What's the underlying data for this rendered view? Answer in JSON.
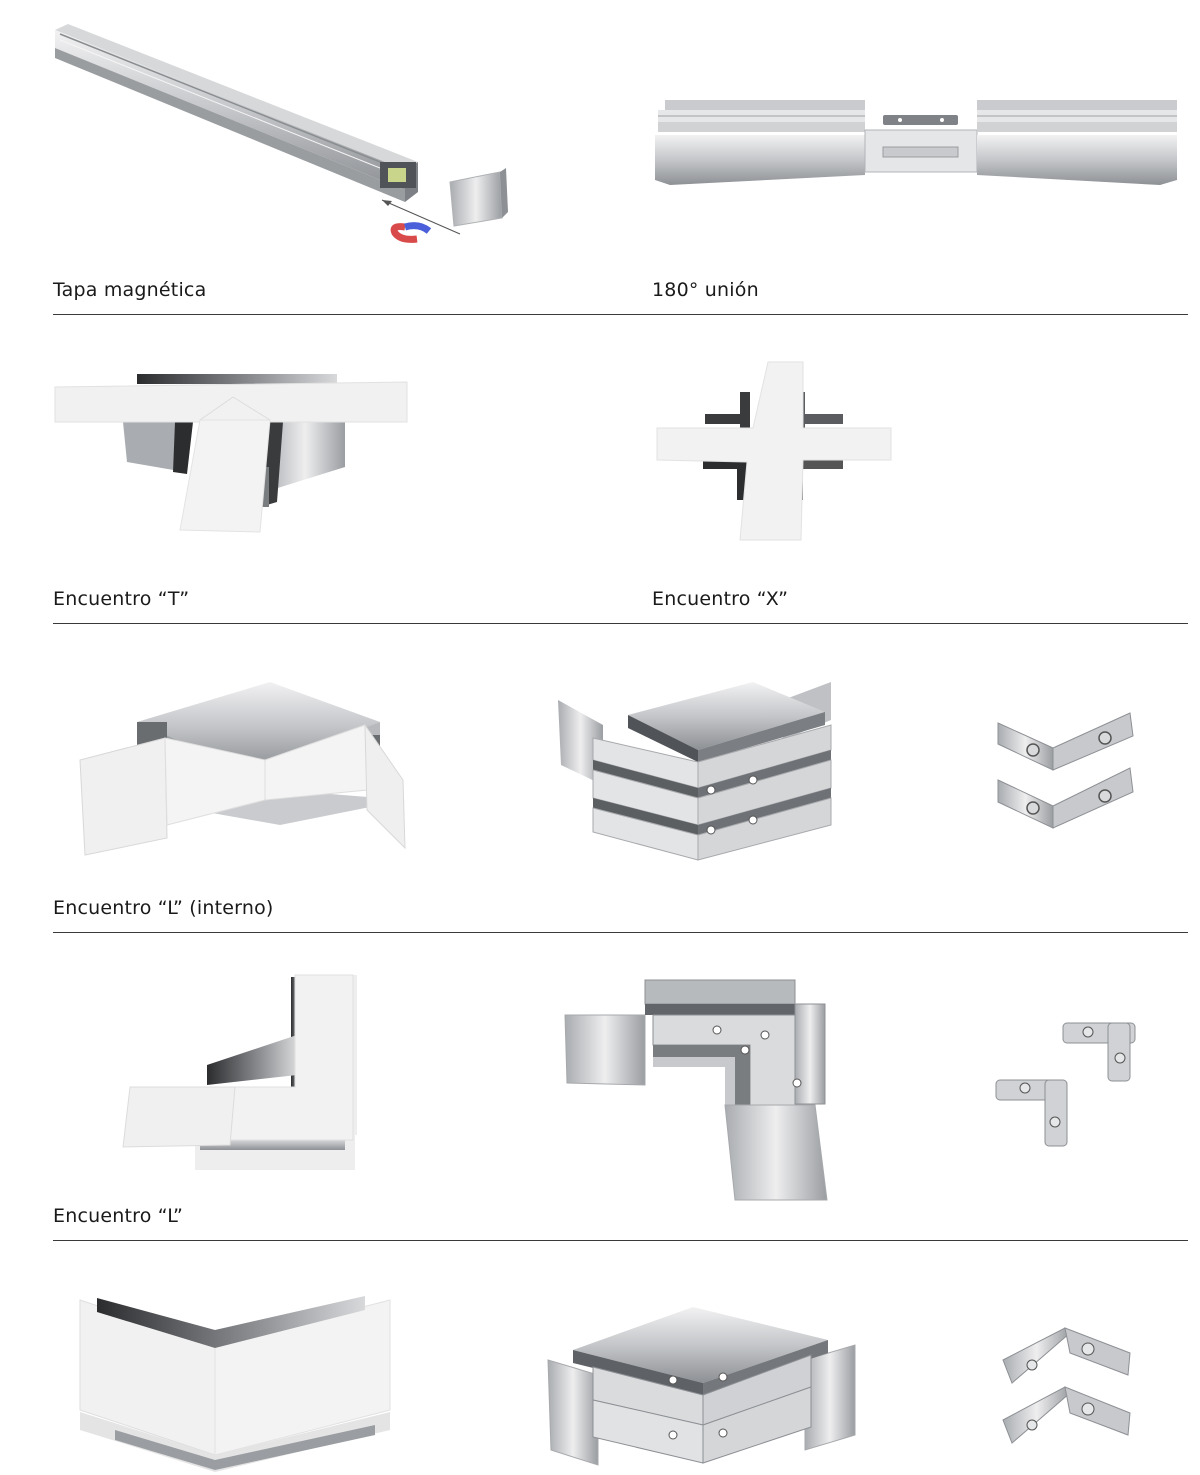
{
  "sections": [
    {
      "captions": [
        "Tapa magnética",
        "180° unión"
      ]
    },
    {
      "captions": [
        "Encuentro “T”",
        "Encuentro “X”"
      ]
    },
    {
      "captions": [
        "Encuentro “L” (interno)"
      ]
    },
    {
      "captions": [
        "Encuentro “L”"
      ]
    },
    {
      "captions": []
    }
  ],
  "colors": {
    "rule": "#3a3a3a",
    "aluminum_light": "#e8e8ea",
    "aluminum_mid": "#b9bbbe",
    "aluminum_dark": "#6e7073",
    "diffuser": "#f3f3f3",
    "magnet_red": "#d94a4a",
    "magnet_blue": "#4a5fd9"
  }
}
